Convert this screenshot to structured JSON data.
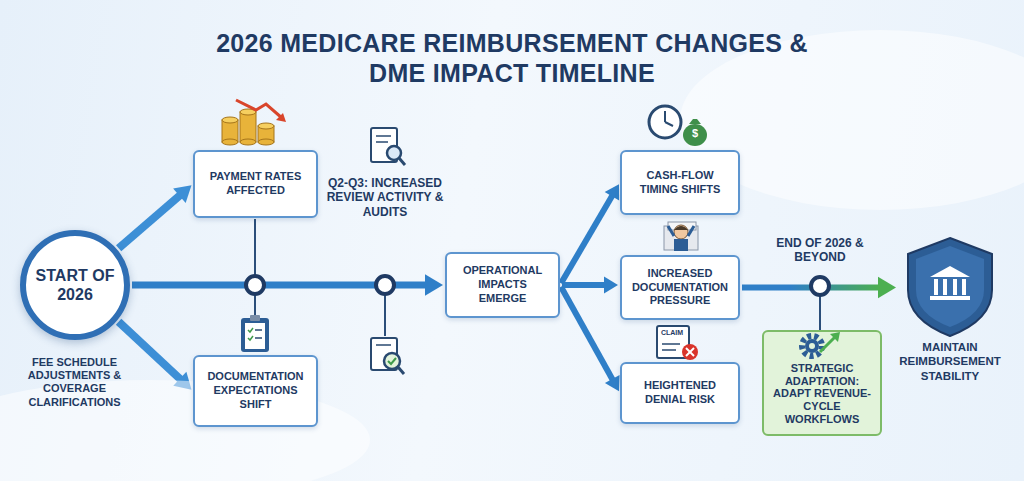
{
  "diagram": {
    "title": "2026 MEDICARE REIMBURSEMENT CHANGES & DME IMPACT TIMELINE",
    "nodes": [
      {
        "text": [
          "START OF 2026"
        ]
      },
      {
        "text": [
          "PAYMENT RATES AFFECTED"
        ]
      },
      {
        "text": [
          "DOCUMENTATION EXPECTATIONS SHIFT"
        ]
      },
      {
        "text": [
          "OPERATIONAL IMPACTS EMERGE"
        ]
      },
      {
        "text": [
          "CASH-FLOW TIMING SHIFTS"
        ]
      },
      {
        "text": [
          "INCREASED DOCUMENTATION PRESSURE"
        ]
      },
      {
        "text": [
          "HEIGHTENED DENIAL RISK"
        ]
      },
      {
        "text": [
          "STRATEGIC ADAPTATION: ADAPT REVENUE-CYCLE WORKFLOWS"
        ]
      },
      {
        "text": [
          "MAINTAIN REIMBURSEMENT STABILITY"
        ]
      }
    ],
    "edges": [
      {
        "from": 0,
        "to": 1,
        "arrow": "to"
      },
      {
        "from": 0,
        "to": 2,
        "arrow": "to"
      },
      {
        "from": 0,
        "to": 3,
        "arrow": "to"
      },
      {
        "from": 3,
        "to": 4,
        "arrow": "to"
      },
      {
        "from": 3,
        "to": 5,
        "arrow": "to"
      },
      {
        "from": 3,
        "to": 6,
        "arrow": "to"
      },
      {
        "from": 5,
        "to": 8,
        "arrow": "to"
      }
    ],
    "labels": [
      "FEE SCHEDULE ADJUSTMENTS & COVERAGE CLARIFICATIONS",
      "Q2-Q3: INCREASED REVIEW ACTIVITY & AUDITS",
      "$",
      "END OF 2026 & BEYOND",
      "CLAIM"
    ]
  }
}
